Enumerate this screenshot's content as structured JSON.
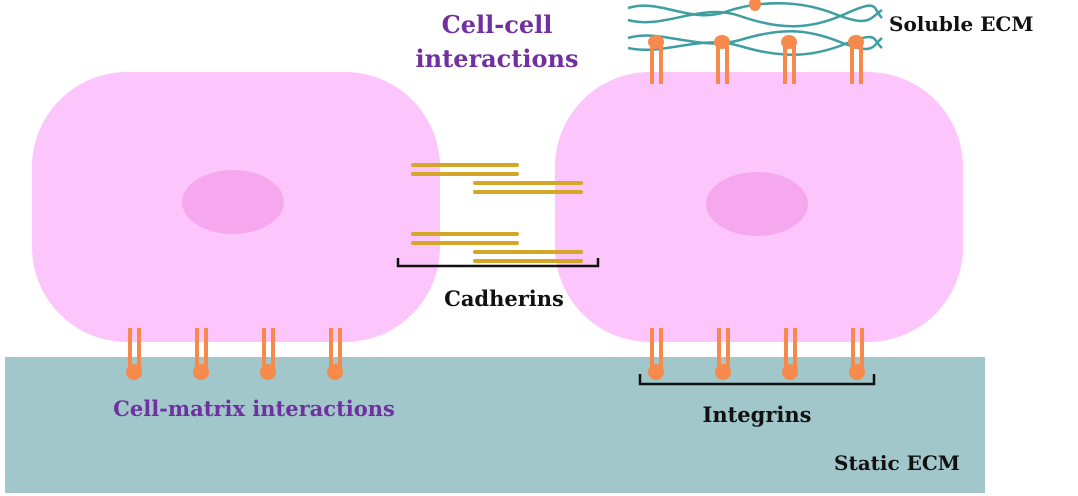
{
  "labels": {
    "cell_cell": [
      "Cell-cell",
      "interactions"
    ],
    "soluble_ecm": "Soluble ECM",
    "cadherins": "Cadherins",
    "cell_matrix": "Cell-matrix interactions",
    "integrins": "Integrins",
    "static_ecm": "Static ECM"
  },
  "colors": {
    "cell_fill": "#fcc6fc",
    "cell_stroke": "#f3a9f3",
    "nucleus": "#f6a8ef",
    "static_ecm": "#a2c7cb",
    "soluble_ecm_strand": "#3f9ea0",
    "integrin": "#f58a4c",
    "cadherin": "#d6a629",
    "purple_text": "#7030a0",
    "black_text": "#111111"
  }
}
